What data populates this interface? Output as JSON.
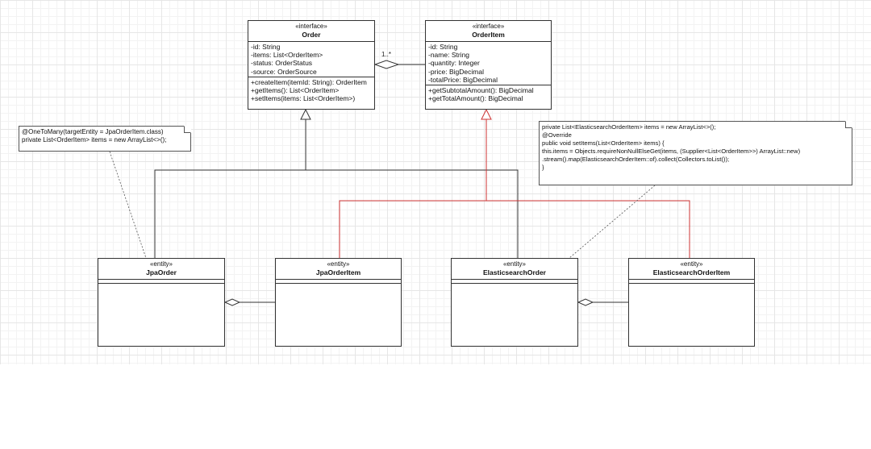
{
  "classes": {
    "order": {
      "stereotype": "«interface»",
      "name": "Order",
      "fields": [
        "-id: String",
        "-items: List<OrderItem>",
        "-status: OrderStatus",
        "-source: OrderSource"
      ],
      "methods": [
        "+createItem(itemId: String): OrderItem",
        "+getItems(): List<OrderItem>",
        "+setItems(items: List<OrderItem>)"
      ]
    },
    "order_item": {
      "stereotype": "«interface»",
      "name": "OrderItem",
      "fields": [
        "-id: String",
        "-name: String",
        "-quantity: Integer",
        "-price: BigDecimal",
        "-totalPrice: BigDecimal"
      ],
      "methods": [
        "+getSubtotalAmount(): BigDecimal",
        "+getTotalAmount(): BigDecimal"
      ]
    },
    "jpa_order": {
      "stereotype": "«entity»",
      "name": "JpaOrder"
    },
    "jpa_order_item": {
      "stereotype": "«entity»",
      "name": "JpaOrderItem"
    },
    "es_order": {
      "stereotype": "«entity»",
      "name": "ElasticsearchOrder"
    },
    "es_order_item": {
      "stereotype": "«entity»",
      "name": "ElasticsearchOrderItem"
    }
  },
  "notes": {
    "jpa_note": [
      "@OneToMany(targetEntity = JpaOrderItem.class)",
      "private List<OrderItem> items = new ArrayList<>();"
    ],
    "es_note": [
      "private List<ElasticsearchOrderItem> items = new ArrayList<>();",
      "@Override",
      "public void setItems(List<OrderItem> items) {",
      " this.items = Objects.requireNonNullElseGet(items, (Supplier<List<OrderItem>>) ArrayList::new)",
      "   .stream().map(ElasticsearchOrderItem::of).collect(Collectors.toList());",
      "}"
    ]
  },
  "multiplicity": "1..*",
  "colors": {
    "line": "#333333",
    "realization": "#cc3333",
    "grid": "#e6e6e6"
  }
}
